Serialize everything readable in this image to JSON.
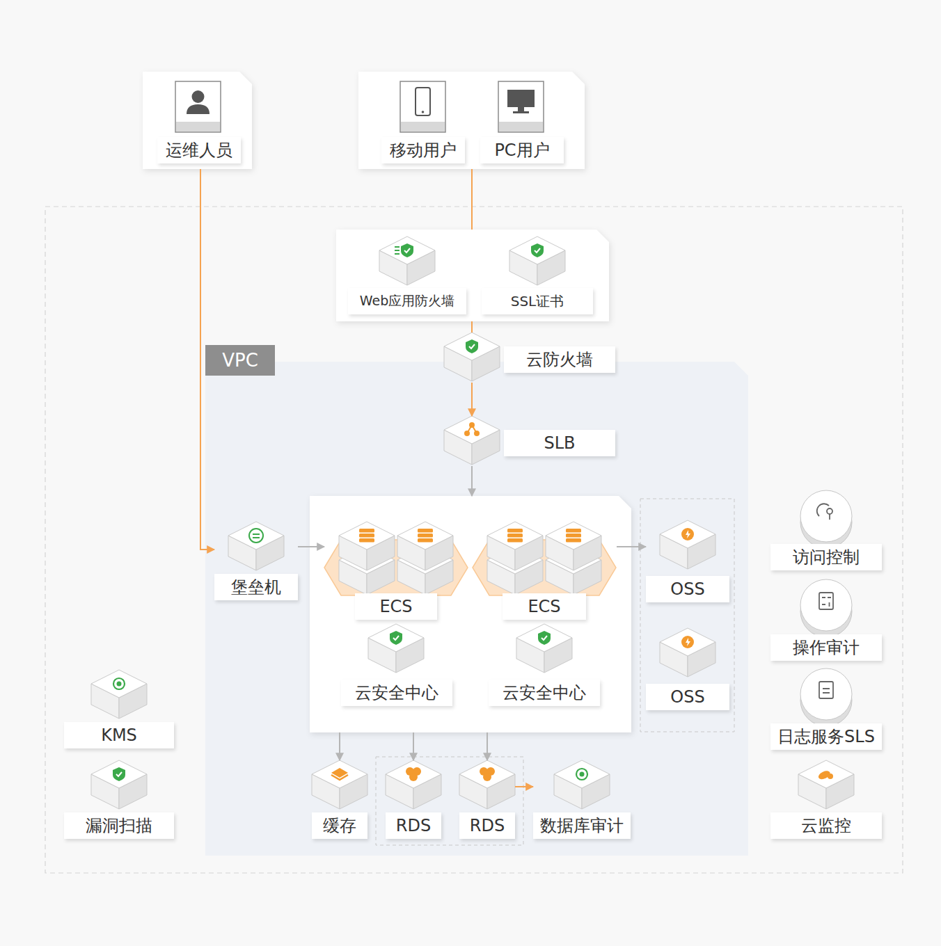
{
  "diagram": {
    "nodes": [
      {
        "text": [
          "运维人员"
        ]
      },
      {
        "text": []
      },
      {
        "text": [
          "移动用户"
        ],
        "in": 1
      },
      {
        "text": [
          "PC用户"
        ],
        "in": 1
      },
      {
        "text": []
      },
      {
        "text": [
          "Web应用防火墙"
        ],
        "in": 4
      },
      {
        "text": [
          "SSL证书"
        ],
        "in": 4
      },
      {
        "text": [
          "VPC"
        ]
      },
      {
        "text": [
          "云防火墙"
        ]
      },
      {
        "text": [
          "SLB"
        ],
        "in": 7
      },
      {
        "text": [
          "堡垒机"
        ],
        "in": 7
      },
      {
        "text": [],
        "in": 7
      },
      {
        "text": [
          "ECS"
        ],
        "in": 11
      },
      {
        "text": [
          "ECS"
        ],
        "in": 11
      },
      {
        "text": [
          "云安全中心"
        ],
        "in": 11
      },
      {
        "text": [
          "云安全中心"
        ],
        "in": 11
      },
      {
        "text": [
          "OSS"
        ],
        "in": 7
      },
      {
        "text": [
          "OSS"
        ],
        "in": 7
      },
      {
        "text": [
          "缓存"
        ],
        "in": 7
      },
      {
        "text": [
          "RDS"
        ],
        "in": 7
      },
      {
        "text": [
          "RDS"
        ],
        "in": 7
      },
      {
        "text": [
          "数据库审计"
        ],
        "in": 7
      },
      {
        "text": [
          "KMS"
        ]
      },
      {
        "text": [
          "漏洞扫描"
        ]
      },
      {
        "text": [
          "访问控制"
        ]
      },
      {
        "text": [
          "操作审计"
        ]
      },
      {
        "text": [
          "日志服务SLS"
        ]
      },
      {
        "text": [
          "云监控"
        ]
      }
    ],
    "edges": [
      {
        "from": 0,
        "to": 10,
        "arrow": "to"
      },
      {
        "from": 1,
        "to": 4,
        "arrow": "none"
      },
      {
        "from": 4,
        "to": 8,
        "arrow": "none"
      },
      {
        "from": 8,
        "to": 9,
        "arrow": "to"
      },
      {
        "from": 9,
        "to": 11,
        "arrow": "to"
      },
      {
        "from": 10,
        "to": 12,
        "arrow": "to"
      },
      {
        "from": 13,
        "to": 16,
        "arrow": "to"
      },
      {
        "from": 11,
        "to": 18,
        "arrow": "to"
      },
      {
        "from": 11,
        "to": 19,
        "arrow": "to"
      },
      {
        "from": 11,
        "to": 20,
        "arrow": "to"
      },
      {
        "from": 20,
        "to": 21,
        "arrow": "to"
      }
    ]
  }
}
